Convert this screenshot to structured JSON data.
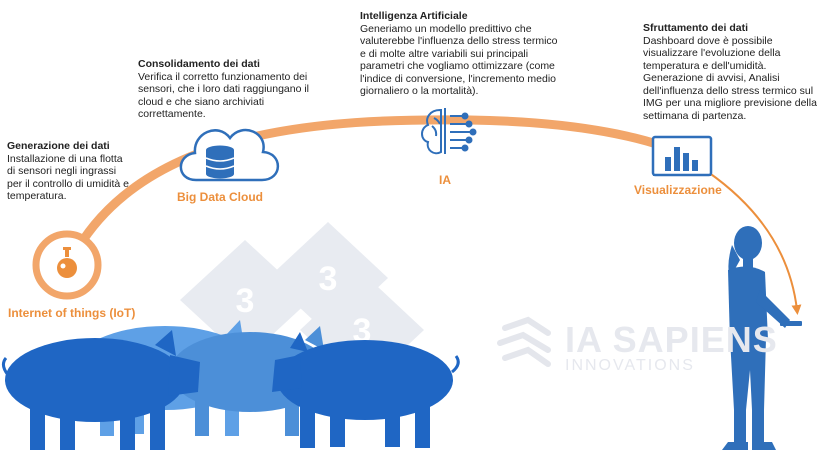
{
  "steps": [
    {
      "heading": "Generazione dei dati",
      "body": "Installazione di una flotta\ndi sensori negli ingrassi\nper il controllo di umidità e\ntemperatura.",
      "label": "Internet of things (IoT)"
    },
    {
      "heading": "Consolidamento dei dati",
      "body": "Verifica il corretto funzionamento dei\nsensori, che i loro dati raggiungano il\ncloud e che siano archiviati\ncorrettamente.",
      "label": "Big Data Cloud"
    },
    {
      "heading": "Intelligenza Artificiale",
      "body": "Generiamo un modello predittivo che\nvaluterebbe l'influenza dello stress termico\ne di molte altre variabili sui principali\nparametri che vogliamo ottimizzare (come\nl'indice di conversione, l'incremento medio\ngiornaliero o la mortalità).",
      "label": "IA"
    },
    {
      "heading": "Sfruttamento dei dati",
      "body": "Dashboard dove è possibile\nvisualizzare l'evoluzione della\ntemperatura e dell'umidità.\nGenerazione di avvisi, Analisi\ndell'influenza dello stress termico sul\nIMG per una migliore previsione della\nsettimana di partenza.",
      "label": "Visualizzazione"
    }
  ],
  "watermarks": {
    "badge_number": "3",
    "brand_name": "IA SAPIENS",
    "brand_tagline": "INNOVATIONS"
  },
  "colors": {
    "accent_orange": "#ec8f3c",
    "icon_blue": "#2f6fba",
    "pig_dark": "#1f66c4",
    "pig_light": "#5ea0e6",
    "watermark": "#e4e6ec"
  }
}
